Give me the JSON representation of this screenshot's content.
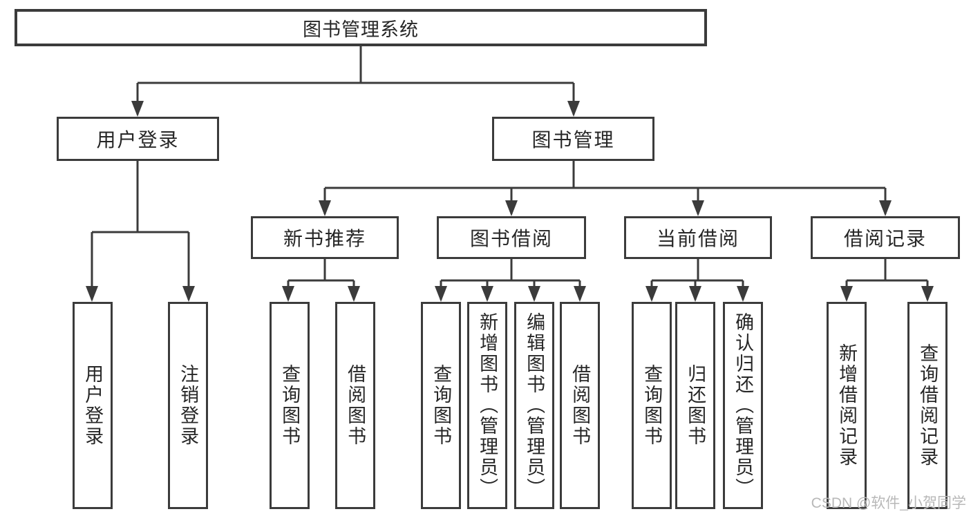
{
  "diagram_title": "图书管理系统",
  "tree": {
    "label": "图书管理系统",
    "children": [
      {
        "label": "用户登录",
        "children": [
          {
            "label": "用户登录"
          },
          {
            "label": "注销登录"
          }
        ]
      },
      {
        "label": "图书管理",
        "children": [
          {
            "label": "新书推荐",
            "children": [
              {
                "label": "查询图书"
              },
              {
                "label": "借阅图书"
              }
            ]
          },
          {
            "label": "图书借阅",
            "children": [
              {
                "label": "查询图书"
              },
              {
                "label": "新增图书（管理员）"
              },
              {
                "label": "编辑图书（管理员）"
              },
              {
                "label": "借阅图书"
              }
            ]
          },
          {
            "label": "当前借阅",
            "children": [
              {
                "label": "查询图书"
              },
              {
                "label": "归还图书"
              },
              {
                "label": "确认归还（管理员）"
              }
            ]
          },
          {
            "label": "借阅记录",
            "children": [
              {
                "label": "新增借阅记录"
              },
              {
                "label": "查询借阅记录"
              }
            ]
          }
        ]
      }
    ]
  },
  "watermark": {
    "text": "CSDN @软件_小贺同学"
  },
  "colors": {
    "line": "#3b3b3b",
    "text": "#262626",
    "watermark": "#b8b8b8",
    "background": "#ffffff"
  }
}
